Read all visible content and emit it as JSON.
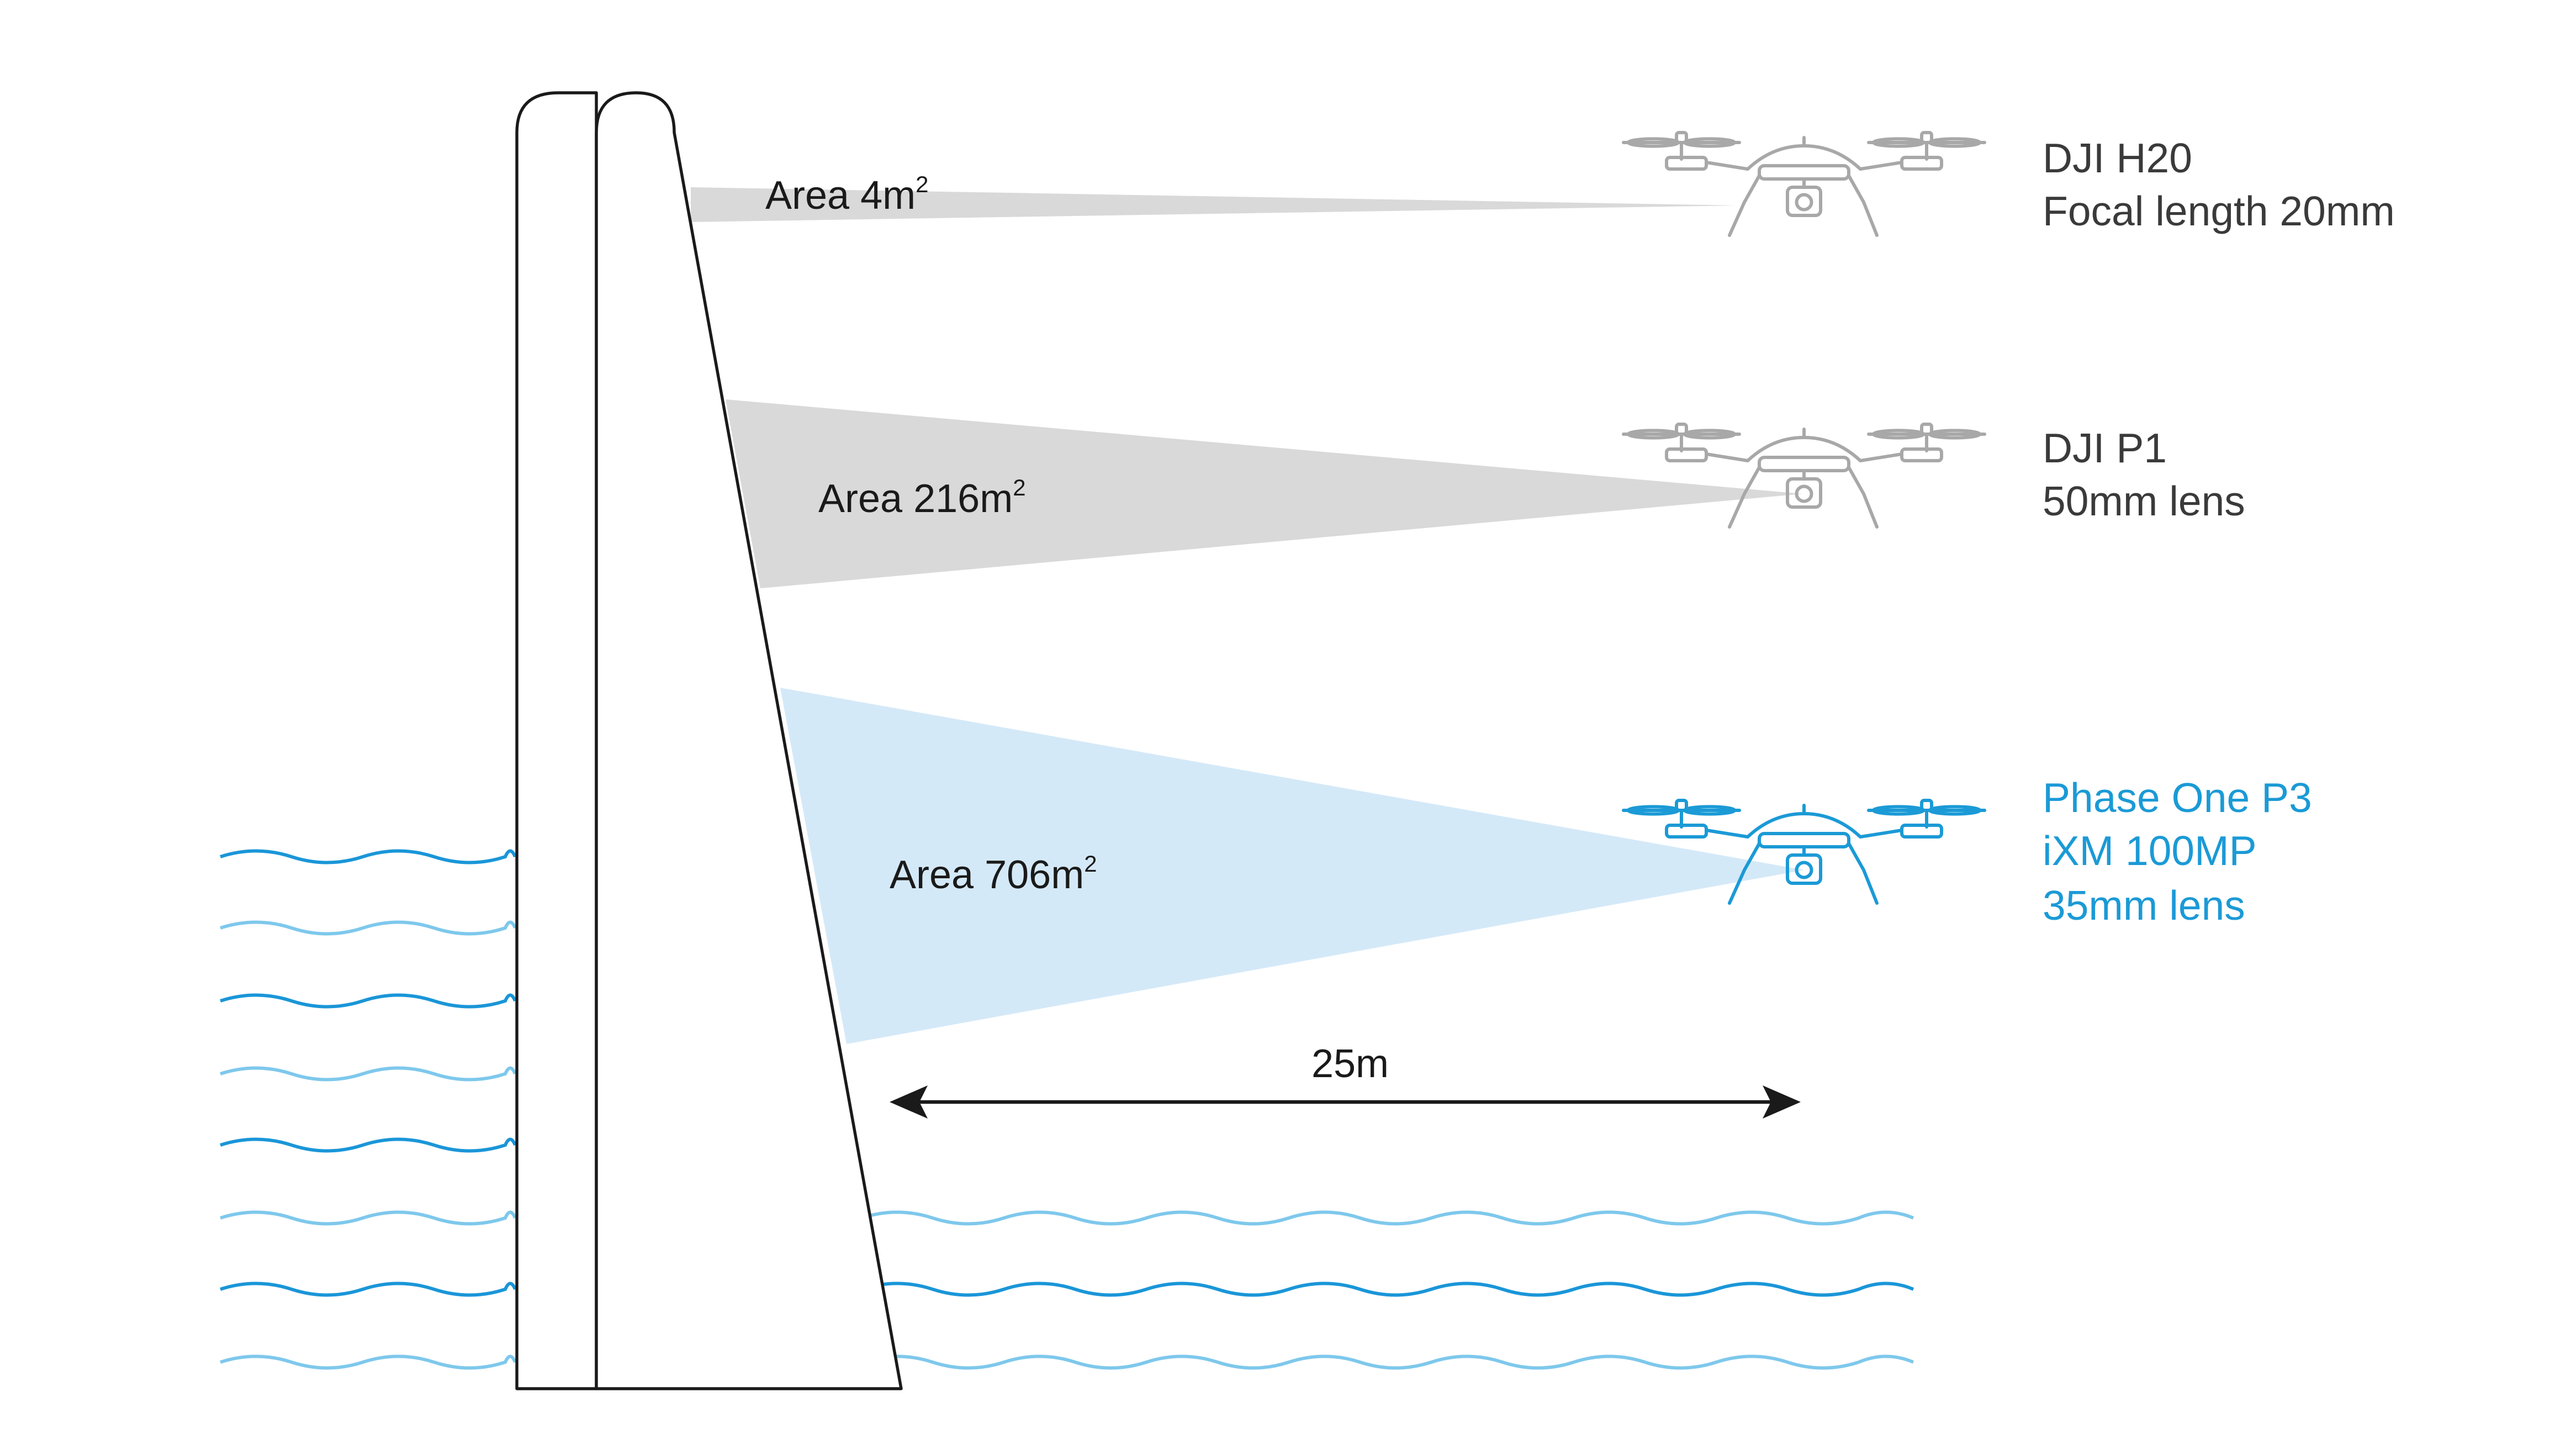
{
  "cameras": [
    {
      "id": "h20",
      "line1": "DJI H20",
      "line2": "Focal length 20mm",
      "line3": "",
      "area_label": "Area 4m",
      "area_sup": "2",
      "color": "#3a3a3a",
      "drone_color": "#a8a8a8",
      "cone_color": "#d9d9d9",
      "highlight": false
    },
    {
      "id": "p1",
      "line1": "DJI P1",
      "line2": "50mm lens",
      "line3": "",
      "area_label": "Area 216m",
      "area_sup": "2",
      "color": "#3a3a3a",
      "drone_color": "#a8a8a8",
      "cone_color": "#d9d9d9",
      "highlight": false
    },
    {
      "id": "p3",
      "line1": "Phase One P3",
      "line2": "iXM 100MP",
      "line3": "35mm lens",
      "area_label": "Area 706m",
      "area_sup": "2",
      "color": "#1b9ad6",
      "drone_color": "#1b9ad6",
      "cone_color": "#d4e9f8",
      "highlight": true
    }
  ],
  "distance": {
    "label": "25m"
  },
  "colors": {
    "text": "#1a1a1a",
    "accent": "#1b9ad6",
    "wave_dark": "#1a96d8",
    "wave_light": "#7ec8ec",
    "dam_stroke": "#1a1a1a"
  }
}
